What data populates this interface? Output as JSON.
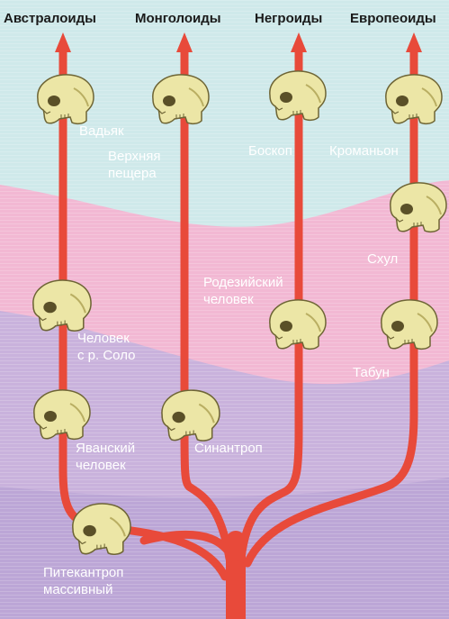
{
  "headers": {
    "australoids": "Австралоиды",
    "mongoloids": "Монголоиды",
    "negroids": "Негроиды",
    "europoids": "Европеоиды"
  },
  "labels": {
    "vadyak": "Вадьяк",
    "upper_cave_1": "Верхняя",
    "upper_cave_2": "пещера",
    "boskop": "Боскоп",
    "cromagnon": "Кроманьон",
    "skhul": "Схул",
    "rhodesian_1": "Родезийский",
    "rhodesian_2": "человек",
    "solo_1": "Человек",
    "solo_2": "с р. Соло",
    "tabun": "Табун",
    "java_1": "Яванский",
    "java_2": "человек",
    "sinanthropus": "Синантроп",
    "pithecanthropus_1": "Питекантроп",
    "pithecanthropus_2": "массивный"
  },
  "colors": {
    "sky": "#cfe9ea",
    "pink": "#f2b8d3",
    "lavender": "#c9b2dc",
    "branch": "#e84a3a",
    "skull": "#ece6a6",
    "skull_shade": "#b9ae62"
  },
  "icons": [
    "skull-icon",
    "arrow-up-icon"
  ]
}
